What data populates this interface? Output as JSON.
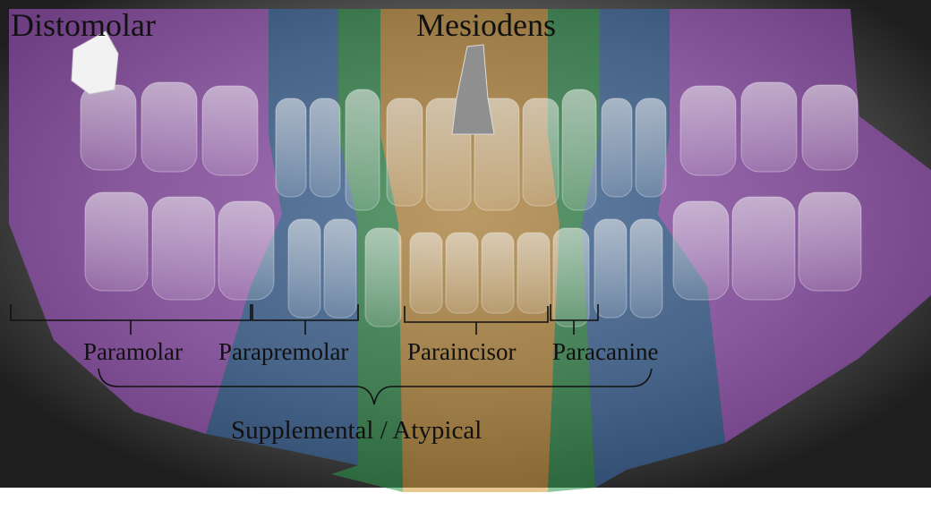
{
  "figure": {
    "titles": {
      "distomolar": "Distomolar",
      "mesiodens": "Mesiodens"
    },
    "region_labels": {
      "paramolar": "Paramolar",
      "parapremolar": "Parapremolar",
      "paraincisor": "Paraincisor",
      "paracanine": "Paracanine"
    },
    "group_label": "Supplemental / Atypical"
  },
  "colors": {
    "molar_zone": "#b05ad6",
    "premolar_zone": "#3a6fb0",
    "canine_zone": "#2e9a4e",
    "incisor_zone": "#d59a3a",
    "bracket_stroke": "#111111",
    "film_background": "#3a3a3a"
  }
}
